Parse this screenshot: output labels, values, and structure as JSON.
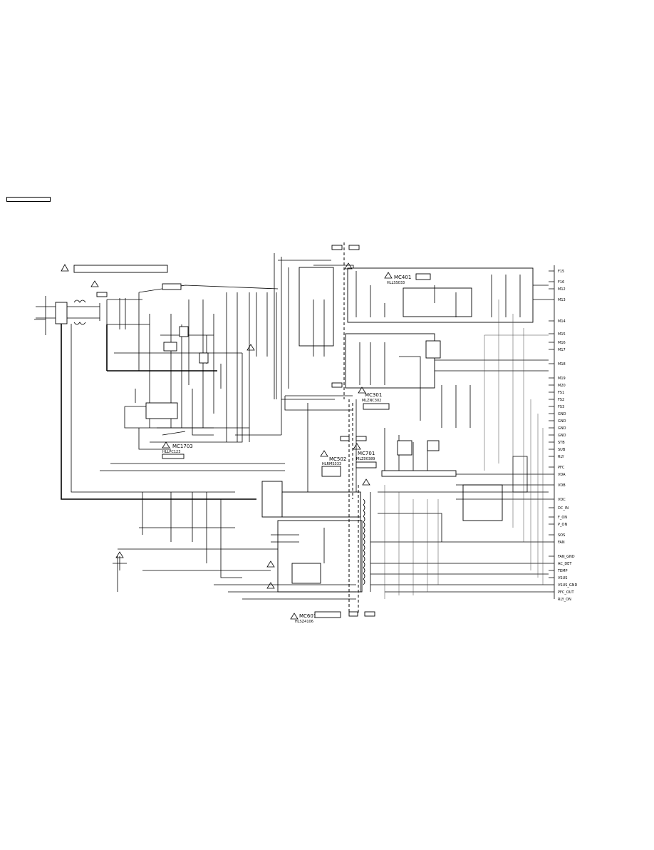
{
  "modules": [
    {
      "id": "mc1703",
      "name": "MC1703",
      "part": "HLLPC123"
    },
    {
      "id": "mc502",
      "name": "MC502",
      "part": "HLRMS333"
    },
    {
      "id": "mc301",
      "name": "MC301",
      "part": "MLZNC302"
    },
    {
      "id": "mc701",
      "name": "MC701",
      "part": "MLZ00389"
    },
    {
      "id": "mc401",
      "name": "MC401",
      "part": "HLLSS033"
    },
    {
      "id": "mc601",
      "name": "MC601",
      "part": "HLSZ4106"
    }
  ],
  "connector_pins": [
    "F15",
    "F16",
    "M12",
    "M13",
    "M14",
    "M15",
    "M16",
    "M17",
    "M18",
    "M19",
    "M20",
    "FS1",
    "FS2",
    "FS3",
    "GND",
    "GND",
    "GND",
    "GND",
    "STB",
    "SUB",
    "RLY",
    "PFC",
    "VDA",
    "VDB",
    "VDC",
    "DC_IN",
    "F_ON",
    "P_ON",
    "SOS",
    "FAN",
    "FAN_GND",
    "AC_DET",
    "TEMP",
    "VSUS",
    "VSUS_GND",
    "PFC_OUT",
    "RLY_ON"
  ],
  "wiring_colors": {
    "line": "#000000",
    "paper": "#ffffff"
  }
}
